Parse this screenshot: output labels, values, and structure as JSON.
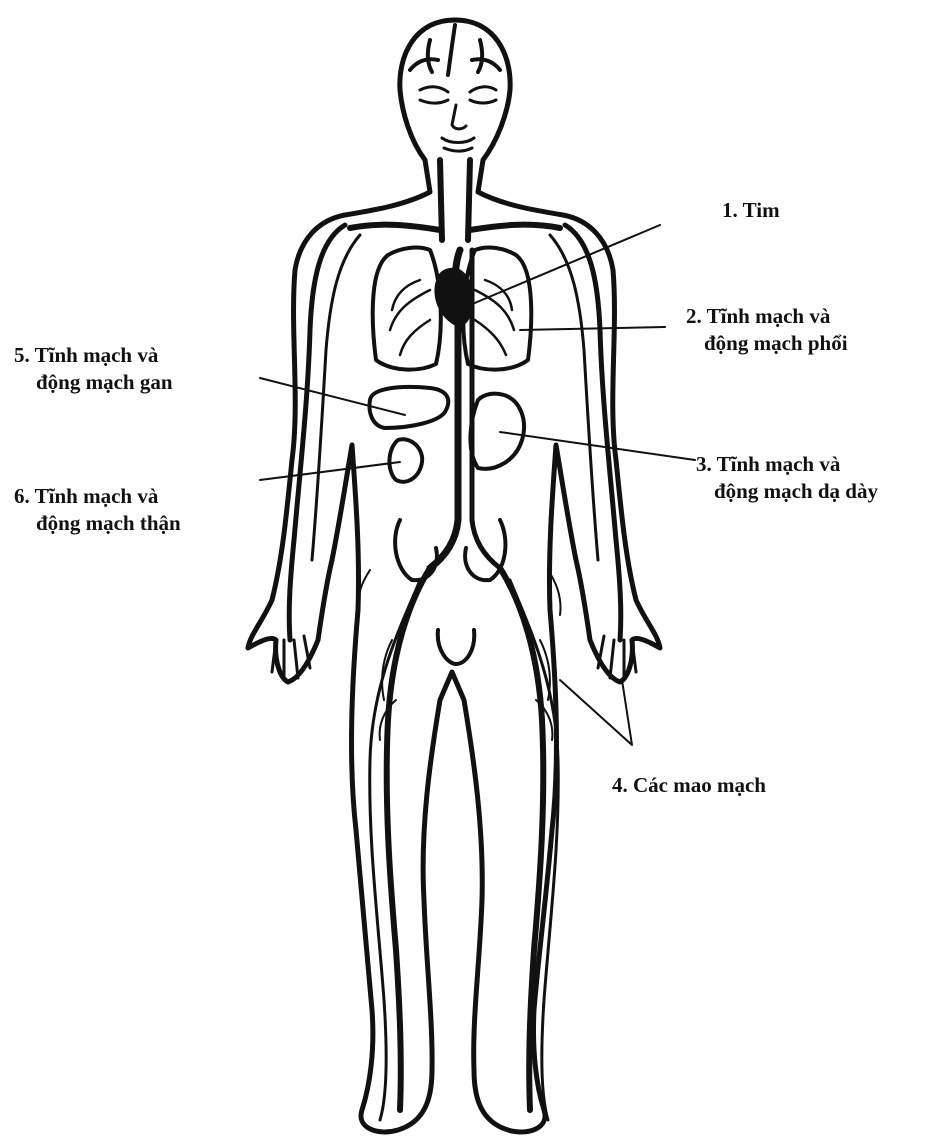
{
  "labels": {
    "heart": {
      "line1": "1. Tim"
    },
    "pulmonary": {
      "line1": "2. Tĩnh mạch và",
      "line2": "động mạch phổi"
    },
    "gastric": {
      "line1": "3. Tĩnh mạch và",
      "line2": "động mạch dạ dày"
    },
    "capillaries": {
      "line1": "4. Các mao mạch"
    },
    "hepatic": {
      "line1": "5. Tĩnh mạch và",
      "line2": "động mạch gan"
    },
    "renal": {
      "line1": "6. Tĩnh mạch và",
      "line2": "động mạch thận"
    }
  },
  "colors": {
    "ink": "#111111",
    "background": "#ffffff"
  }
}
